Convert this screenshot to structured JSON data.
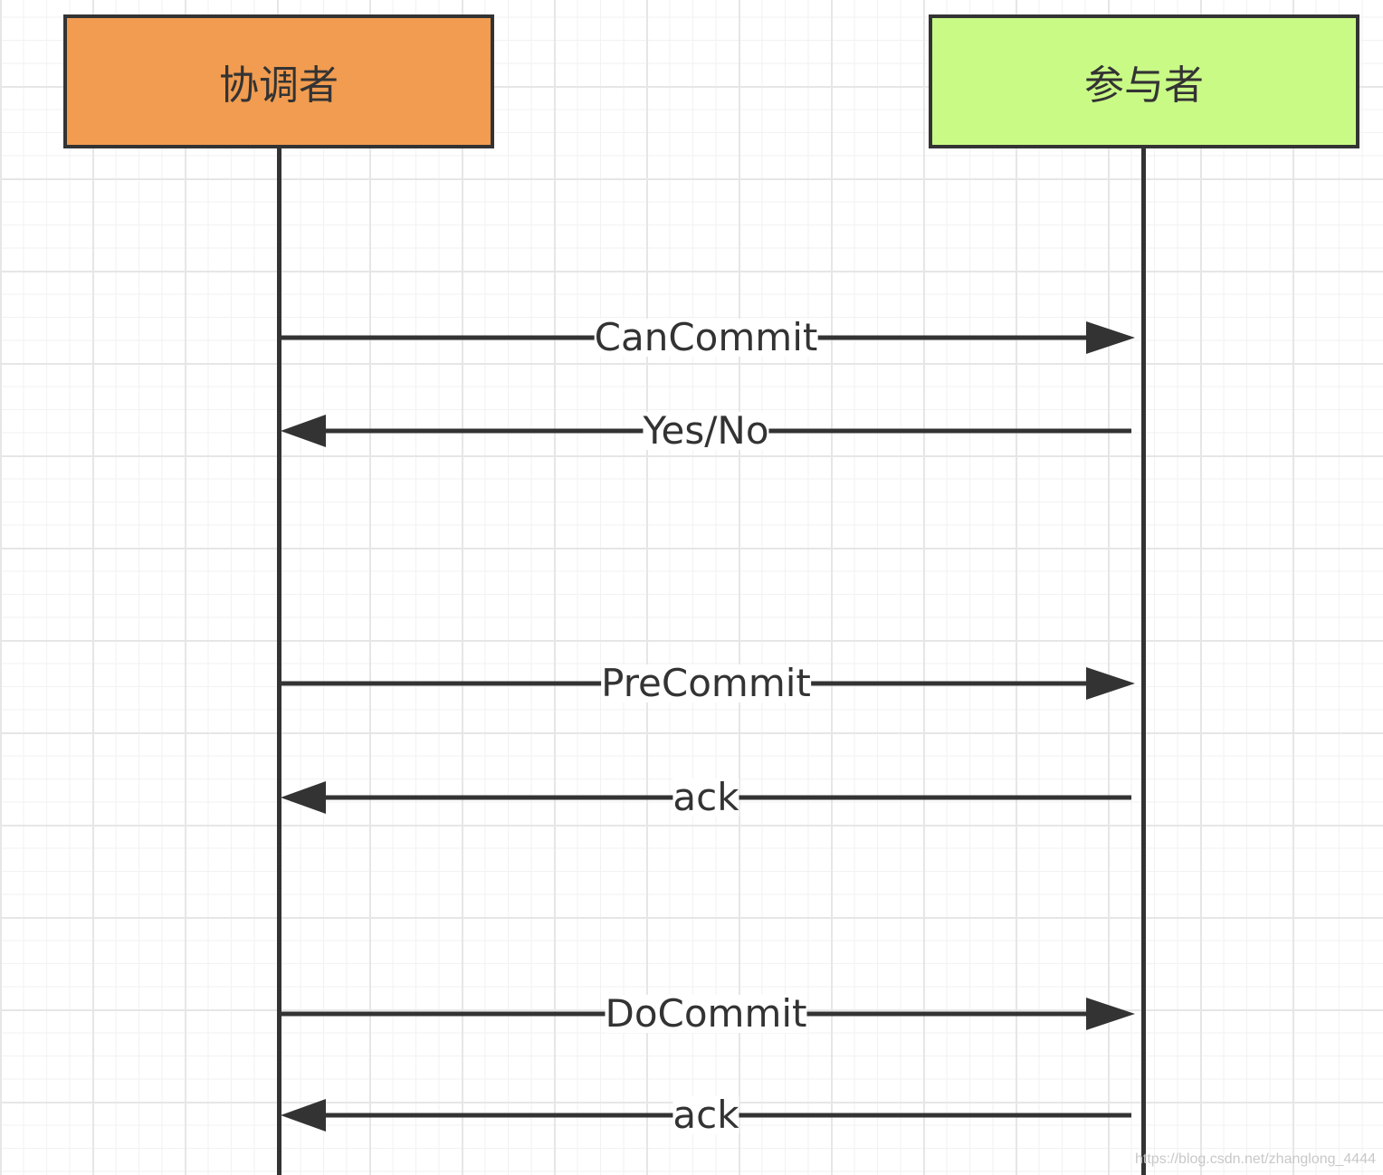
{
  "actors": {
    "coordinator": {
      "label": "协调者",
      "color": "#f19c50"
    },
    "participant": {
      "label": "参与者",
      "color": "#c9fa86"
    }
  },
  "messages": [
    {
      "label": "CanCommit",
      "direction": "right"
    },
    {
      "label": "Yes/No",
      "direction": "left"
    },
    {
      "label": "PreCommit",
      "direction": "right"
    },
    {
      "label": "ack",
      "direction": "left"
    },
    {
      "label": "DoCommit",
      "direction": "right"
    },
    {
      "label": "ack",
      "direction": "left"
    }
  ],
  "watermark": "https://blog.csdn.net/zhanglong_4444",
  "line_color": "#333333"
}
